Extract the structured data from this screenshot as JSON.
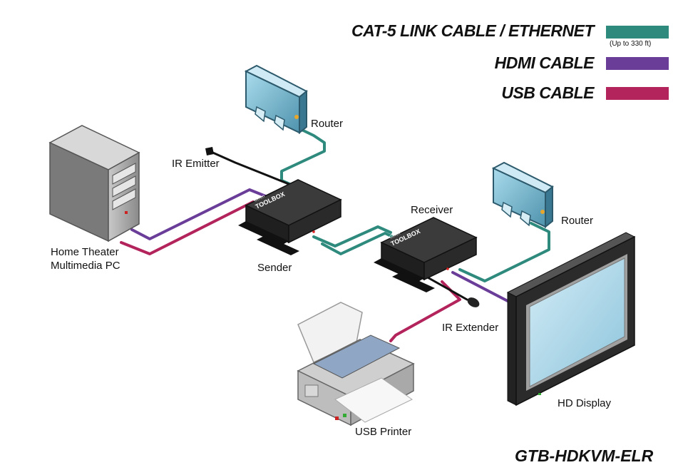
{
  "legend": {
    "items": [
      {
        "label": "CAT-5 LINK CABLE / ETHERNET",
        "color": "#2f8a7e",
        "note": "(Up to 330 ft)"
      },
      {
        "label": "HDMI CABLE",
        "color": "#6a3d98"
      },
      {
        "label": "USB CABLE",
        "color": "#b3245c"
      }
    ]
  },
  "labels": {
    "router_top": "Router",
    "router_right": "Router",
    "ir_emitter": "IR Emitter",
    "pc_line1": "Home Theater",
    "pc_line2": "Multimedia PC",
    "sender": "Sender",
    "receiver": "Receiver",
    "ir_extender": "IR Extender",
    "hd_display": "HD Display",
    "usb_printer": "USB Printer"
  },
  "device_brand": {
    "line1": "Gefen",
    "line2": "TOOLBOX"
  },
  "model": "GTB-HDKVM-ELR"
}
